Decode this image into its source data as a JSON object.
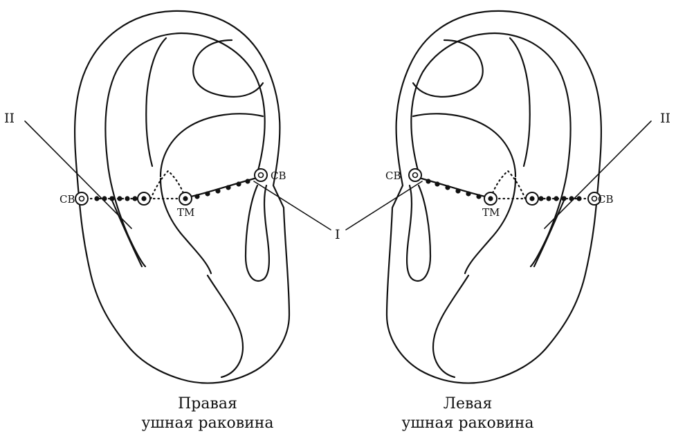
{
  "labels": {
    "group_1": "I",
    "group_2": "II",
    "point_sv": "СВ",
    "point_tm": "ТМ"
  },
  "captions": {
    "right": {
      "line1": "Правая",
      "line2": "ушная раковина"
    },
    "left": {
      "line1": "Левая",
      "line2": "ушная раковина"
    }
  }
}
